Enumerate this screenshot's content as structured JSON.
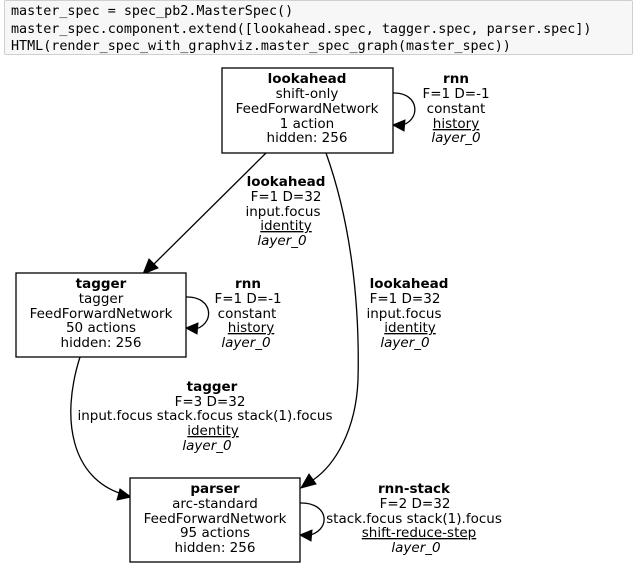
{
  "code": {
    "lines": [
      "master_spec = spec_pb2.MasterSpec()",
      "master_spec.component.extend([lookahead.spec, tagger.spec, parser.spec])",
      "HTML(render_spec_with_graphviz.master_spec_graph(master_spec))"
    ]
  },
  "graph": {
    "nodes": {
      "lookahead": {
        "name": "lookahead",
        "transition": "shift-only",
        "network": "FeedForwardNetwork",
        "actions": "1 action",
        "hidden": "hidden: 256"
      },
      "tagger": {
        "name": "tagger",
        "transition": "tagger",
        "network": "FeedForwardNetwork",
        "actions": "50 actions",
        "hidden": "hidden: 256"
      },
      "parser": {
        "name": "parser",
        "transition": "arc-standard",
        "network": "FeedForwardNetwork",
        "actions": "95 actions",
        "hidden": "hidden: 256"
      }
    },
    "edges": {
      "lookahead_self": {
        "name": "rnn",
        "dims": "F=1 D=-1",
        "features": "constant",
        "linked": "history",
        "layer": "layer_0"
      },
      "lookahead_to_tagger": {
        "name": "lookahead",
        "dims": "F=1 D=32",
        "features": "input.focus",
        "linked": "identity",
        "layer": "layer_0"
      },
      "tagger_self": {
        "name": "rnn",
        "dims": "F=1 D=-1",
        "features": "constant",
        "linked": "history",
        "layer": "layer_0"
      },
      "lookahead_to_parser": {
        "name": "lookahead",
        "dims": "F=1 D=32",
        "features": "input.focus",
        "linked": "identity",
        "layer": "layer_0"
      },
      "tagger_to_parser": {
        "name": "tagger",
        "dims": "F=3 D=32",
        "features": "input.focus stack.focus stack(1).focus",
        "linked": "identity",
        "layer": "layer_0"
      },
      "parser_self": {
        "name": "rnn-stack",
        "dims": "F=2 D=32",
        "features": "stack.focus stack(1).focus",
        "linked": "shift-reduce-step",
        "layer": "layer_0"
      }
    }
  }
}
